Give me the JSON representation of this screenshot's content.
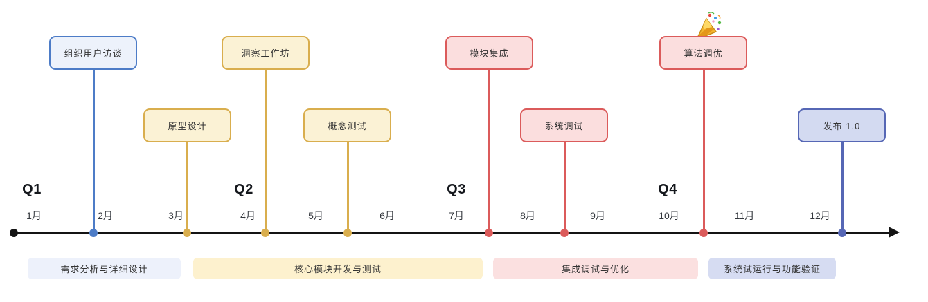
{
  "diagram": {
    "type": "project-timeline-roadmap",
    "background": "#ffffff"
  },
  "quarters": [
    "Q1",
    "Q2",
    "Q3",
    "Q4"
  ],
  "months": [
    "1月",
    "2月",
    "3月",
    "4月",
    "5月",
    "6月",
    "7月",
    "8月",
    "9月",
    "10月",
    "11月",
    "12月"
  ],
  "milestones": [
    {
      "label": "组织用户访谈",
      "month": "2月",
      "color": "blue",
      "row": "top"
    },
    {
      "label": "原型设计",
      "month": "3月",
      "color": "yellow",
      "row": "bottom"
    },
    {
      "label": "洞察工作坊",
      "month": "4月",
      "color": "yellow",
      "row": "top"
    },
    {
      "label": "概念测试",
      "month": "5月",
      "color": "yellow",
      "row": "bottom"
    },
    {
      "label": "模块集成",
      "month": "7月",
      "color": "red",
      "row": "top"
    },
    {
      "label": "系统调试",
      "month": "8月",
      "color": "red",
      "row": "bottom"
    },
    {
      "label": "算法调优",
      "month": "10月",
      "color": "red",
      "row": "top",
      "icon": "party-popper"
    },
    {
      "label": "发布 1.0",
      "month": "12月",
      "color": "indigo",
      "row": "bottom"
    }
  ],
  "phases": [
    {
      "label": "需求分析与详细设计",
      "color": "blue"
    },
    {
      "label": "核心模块开发与测试",
      "color": "yellow"
    },
    {
      "label": "集成调试与优化",
      "color": "red"
    },
    {
      "label": "系统试运行与功能验证",
      "color": "indigo"
    }
  ],
  "colors": {
    "blue": "#4d7cc7",
    "yellow": "#d9ae4e",
    "red": "#db5b5b",
    "indigo": "#5667b5",
    "axis": "#141414",
    "blue_fill": "#edf2fb",
    "yellow_fill": "#fbf2d5",
    "red_fill": "#fbdede",
    "indigo_fill": "#d3daf1",
    "phase_blue_fill": "#edf1fb",
    "phase_yellow_fill": "#fdf1ce",
    "phase_red_fill": "#fbe0e0",
    "phase_indigo_fill": "#d6dcf2"
  }
}
